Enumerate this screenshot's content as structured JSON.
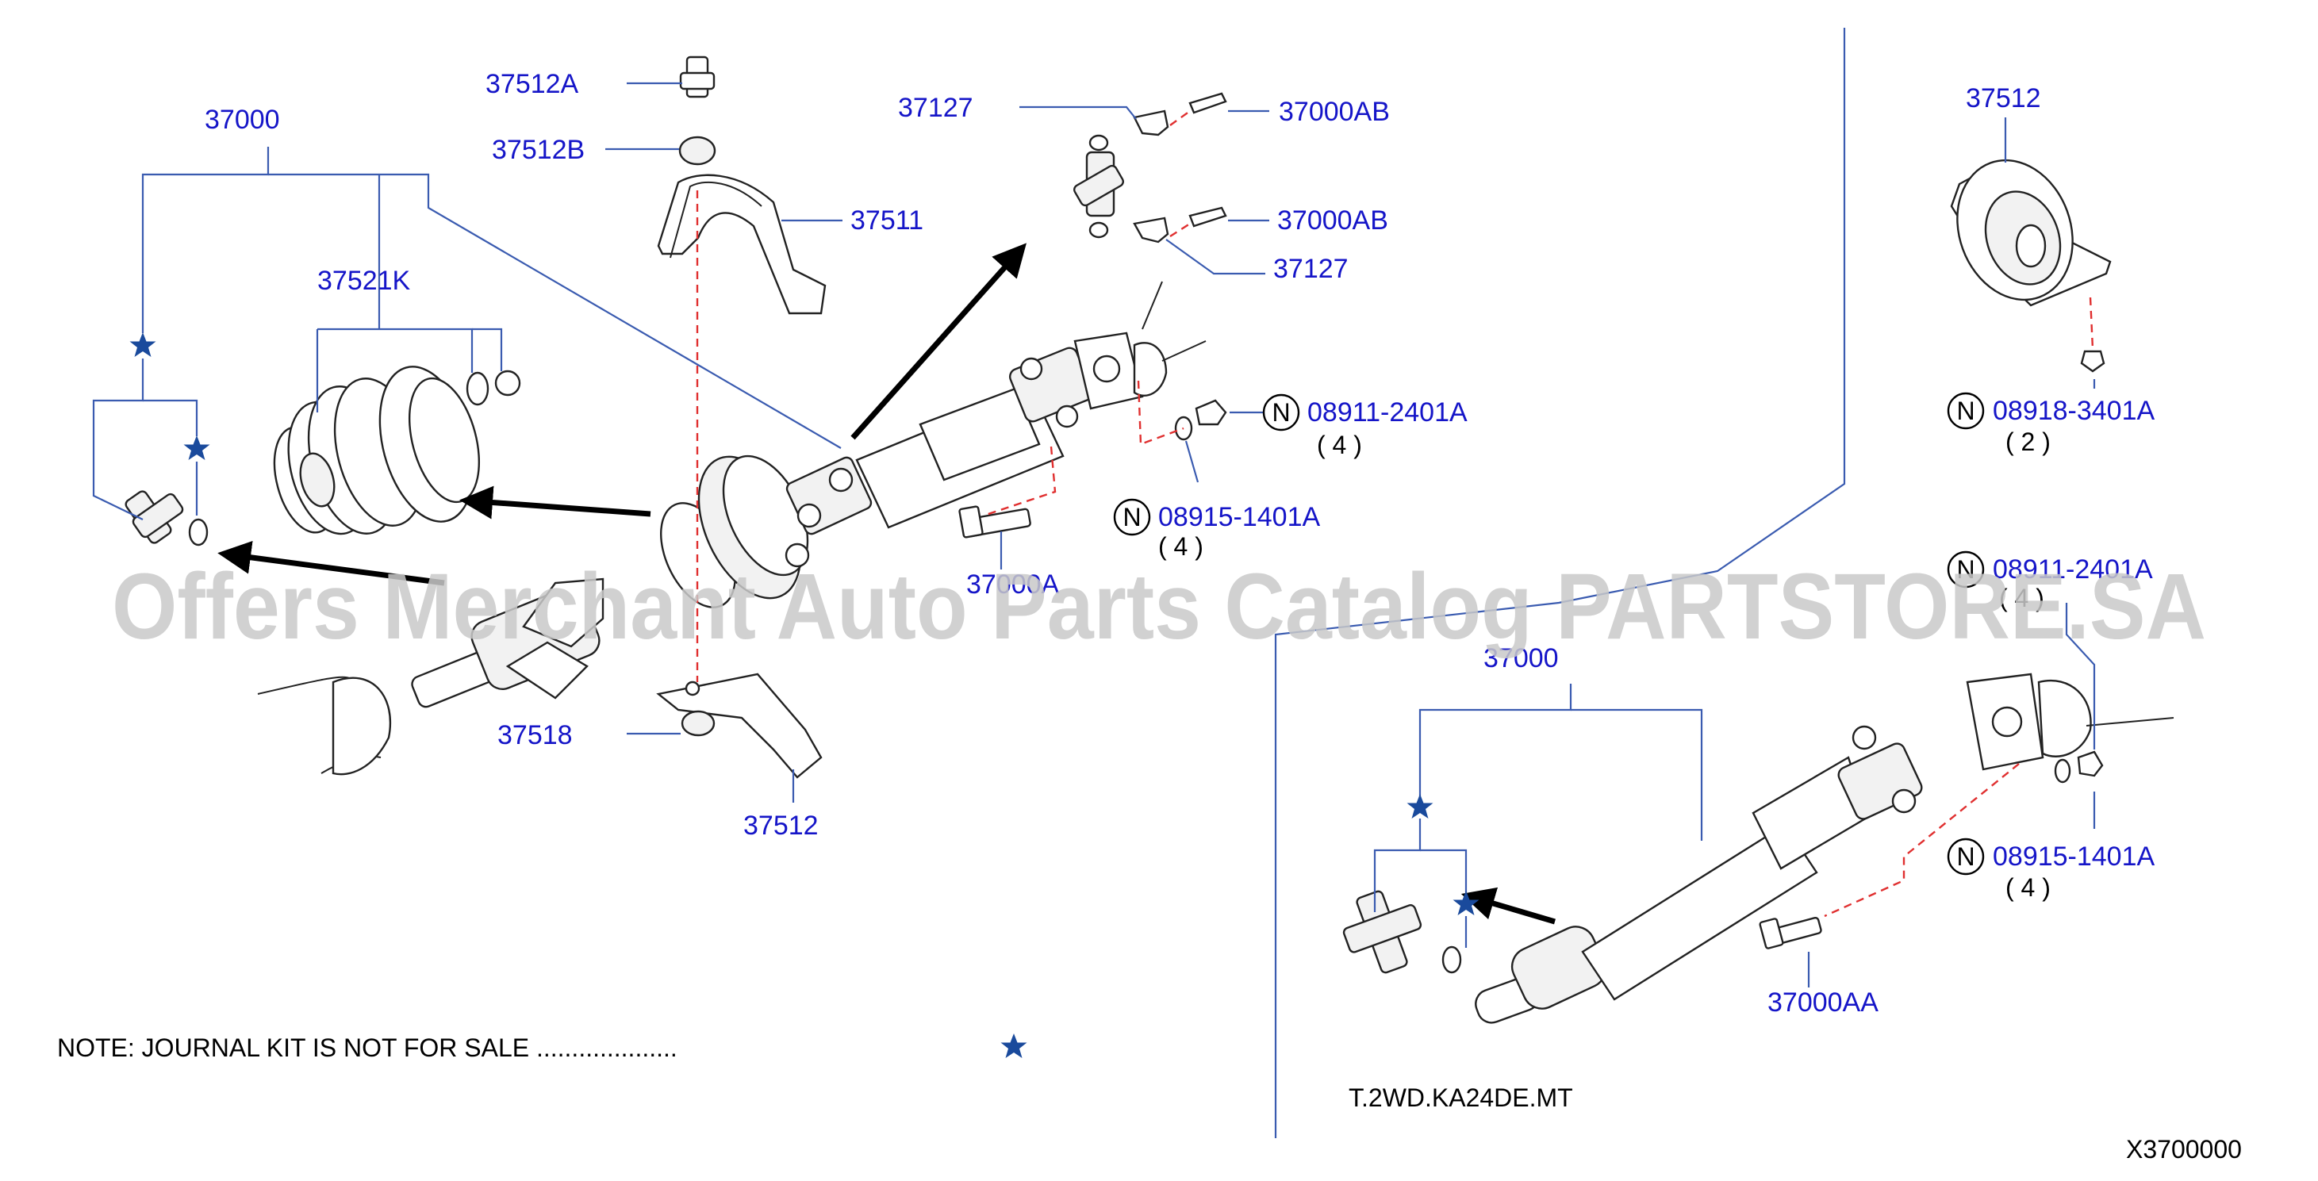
{
  "watermark": "Offers Merchant Auto Parts Catalog PARTSTORE.SA",
  "note": {
    "text": "NOTE:  JOURNAL  KIT  IS  NOT  FOR  SALE  ....................",
    "symbol": "★"
  },
  "variant_label": "T.2WD.KA24DE.MT",
  "diagram_code": "X3700000",
  "left_assembly": {
    "shaft_label": "37000",
    "coupling_label": "37521K",
    "bolt_top_label": "37512A",
    "washer_top_label": "37512B",
    "bracket_top_label": "37511",
    "spacer_label": "37518",
    "bracket_bottom_label": "37512",
    "clamp_upper_label": "37127",
    "clamp_lower_label": "37127",
    "screw_upper_label": "37000AB",
    "screw_lower_label": "37000AB",
    "nut_label": "08911-2401A",
    "nut_qty": "( 4 )",
    "washer_label": "08915-1401A",
    "washer_qty": "( 4 )",
    "bolt_label": "37000A"
  },
  "center_bearing": {
    "label": "37512",
    "nut_label": "08918-3401A",
    "nut_qty": "( 2 )"
  },
  "right_assembly": {
    "shaft_label": "37000",
    "nut_label": "08911-2401A",
    "nut_qty": "( 4 )",
    "washer_label": "08915-1401A",
    "washer_qty": "( 4 )",
    "bolt_label": "37000AA"
  },
  "circle_symbol": "N",
  "colors": {
    "part_number": "#1515c8",
    "leader": "#3a5bb0",
    "hidden_line": "#e03030",
    "star": "#1a4a9c"
  }
}
